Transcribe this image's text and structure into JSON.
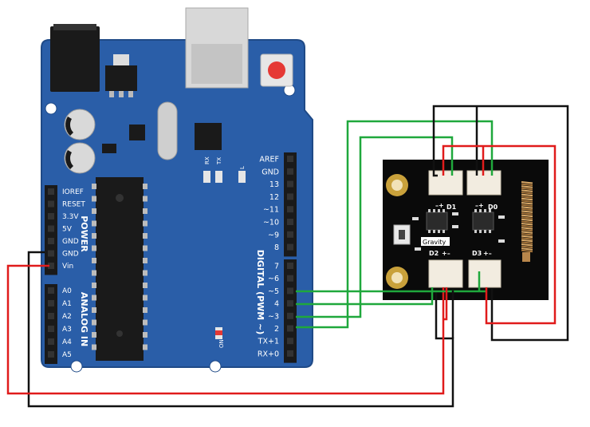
{
  "arduino": {
    "power_header": [
      "IOREF",
      "RESET",
      "3.3V",
      "5V",
      "GND",
      "GND",
      "Vin"
    ],
    "analog_header": [
      "A0",
      "A1",
      "A2",
      "A3",
      "A4",
      "A5"
    ],
    "power_title": "POWER",
    "analog_title": "ANALOG IN",
    "digital_title": "DIGITAL (PWM ~)",
    "top_digital": [
      "AREF",
      "GND",
      "13",
      "12",
      "~11",
      "~10",
      "~9",
      "8"
    ],
    "bottom_digital": [
      "7",
      "~6",
      "~5",
      "4",
      "~3",
      "2",
      "TX+1",
      "RX+0"
    ],
    "rx_label": "RX",
    "tx_label": "TX",
    "l_label": "L",
    "on_label": "ON"
  },
  "module": {
    "name": "Gravity",
    "port_d1": "D1",
    "port_d0": "D0",
    "port_d2": "D2",
    "port_d3": "D3"
  },
  "wire_colors": {
    "signal": "#1fa83c",
    "power": "#e01b1b",
    "ground": "#111111"
  },
  "board_color": "#2a5ea8"
}
